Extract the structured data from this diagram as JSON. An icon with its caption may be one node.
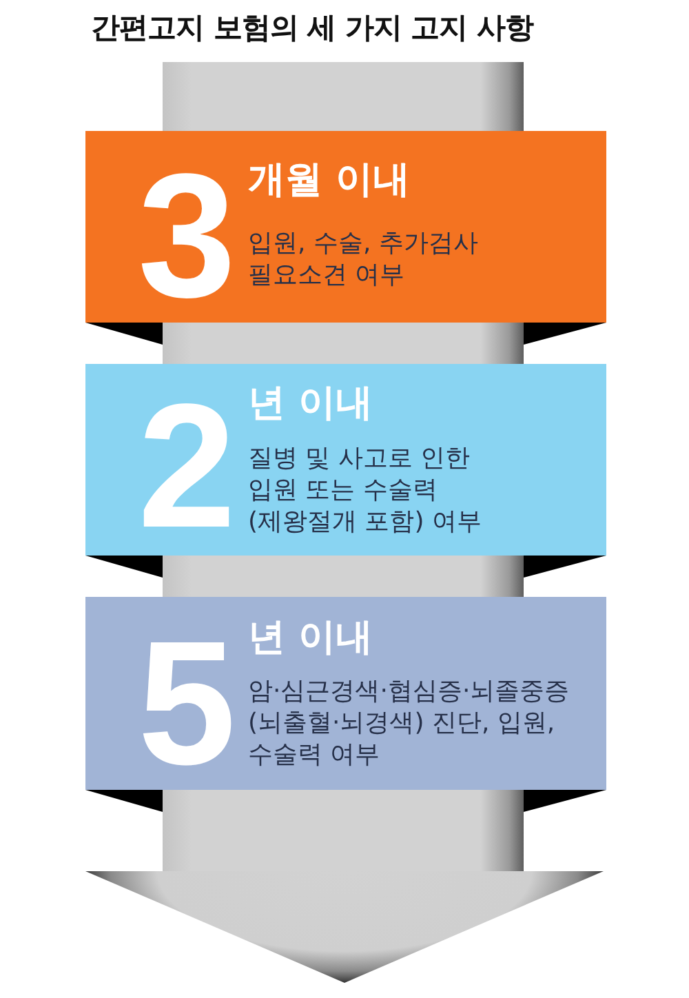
{
  "diagram": {
    "title": "간편고지 보험의 세 가지 고지 사항",
    "nodes": [
      {
        "text": [
          "3",
          "개월 이내",
          "입원, 수술, 추가검사 필요소견 여부"
        ]
      },
      {
        "text": [
          "2",
          "년 이내",
          "질병 및 사고로 인한 입원 또는 수술력 (제왕절개 포함) 여부"
        ]
      },
      {
        "text": [
          "5",
          "년 이내",
          "암·심근경색·협심증·뇌졸중증 (뇌출혈·뇌경색) 진단, 입원, 수술력 여부"
        ]
      }
    ]
  }
}
